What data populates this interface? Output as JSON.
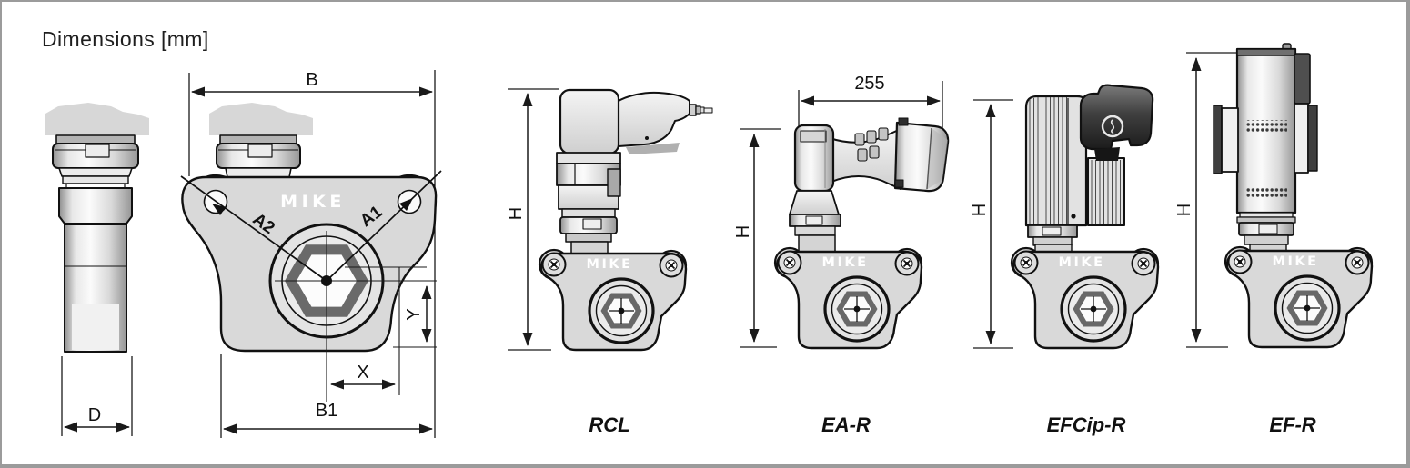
{
  "title": "Dimensions [mm]",
  "brand": "MIKE",
  "figures": {
    "side_view": {
      "dims": {
        "d": "D"
      }
    },
    "front_view": {
      "dims": {
        "b": "B",
        "a1": "A1",
        "a2": "A2",
        "y": "Y",
        "x": "X",
        "b1": "B1"
      }
    },
    "rcl": {
      "label": "RCL",
      "dims": {
        "h": "H"
      }
    },
    "ea_r": {
      "label": "EA-R",
      "dims": {
        "h": "H",
        "length": "255"
      }
    },
    "efcip_r": {
      "label": "EFCip-R",
      "dims": {
        "h": "H"
      }
    },
    "ef_r": {
      "label": "EF-R",
      "dims": {
        "h": "H"
      }
    }
  },
  "colors": {
    "outline": "#111111",
    "dim_line": "#1a1a1a",
    "ghost": "#d7d7d7",
    "plate": "#d9d9d9",
    "body_light": "#e6e6e6",
    "body_shadow": "#9a9a9a",
    "hex_ring": "#6a6a6a",
    "handle_dark": "#3f3f3f",
    "brand_text": "#ffffff",
    "frame_border": "#9b9b9b",
    "background": "#ffffff"
  }
}
